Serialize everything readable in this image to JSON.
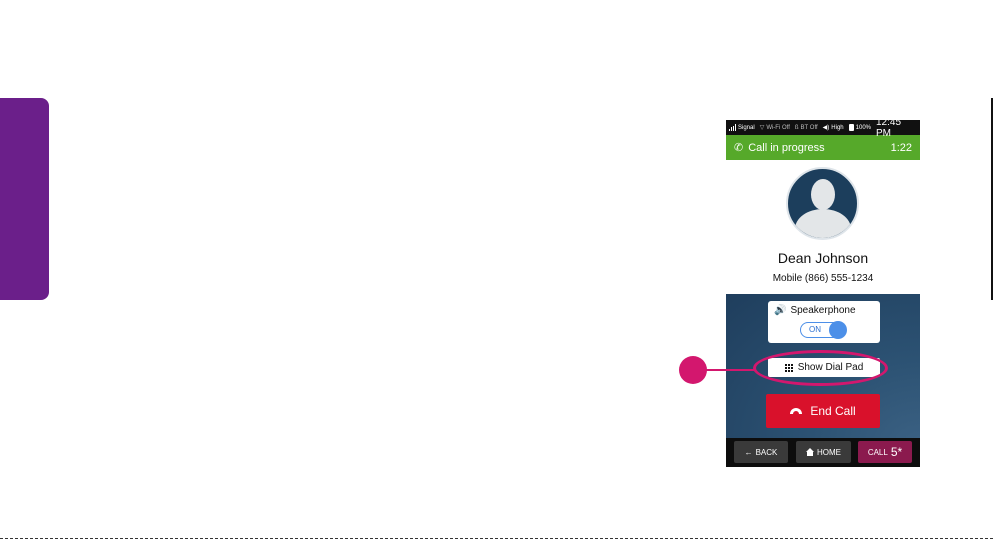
{
  "status_bar": {
    "signal": "Signal",
    "wifi": "Wi-Fi Off",
    "bt": "BT Off",
    "volume": "High",
    "battery": "100%",
    "time": "12:45 PM"
  },
  "call_bar": {
    "status": "Call in progress",
    "duration": "1:22"
  },
  "contact": {
    "name": "Dean Johnson",
    "number": "Mobile (866) 555-1234"
  },
  "speakerphone": {
    "label": "Speakerphone",
    "state": "ON"
  },
  "dialpad_button": {
    "label": "Show Dial Pad"
  },
  "end_call_button": {
    "label": "End Call"
  },
  "nav": {
    "back": "BACK",
    "home": "HOME",
    "call_prefix": "CALL",
    "call_suffix": "5*"
  },
  "colors": {
    "side_tab": "#6b1f8a",
    "call_bar": "#56a92a",
    "end_call": "#d9112b",
    "callout": "#d3176e",
    "toggle_accent": "#4c8fe8",
    "call_nav": "#8b1a4e"
  }
}
